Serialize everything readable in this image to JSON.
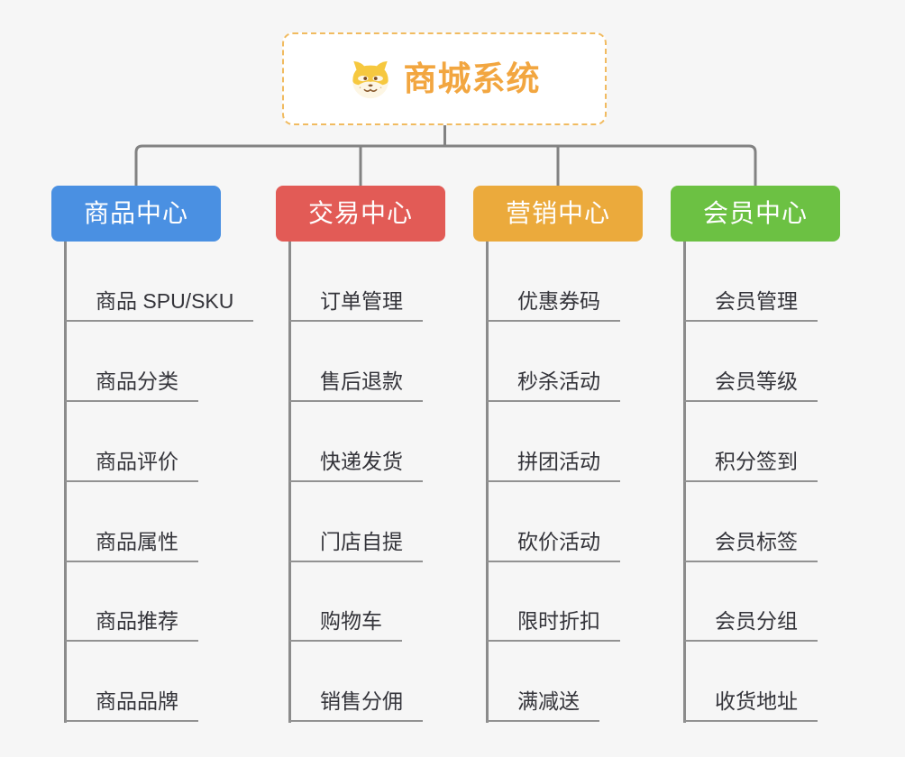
{
  "root": {
    "title": "商城系统",
    "icon": "dog-face-icon",
    "title_color": "#f2a640",
    "border_color": "#f1bb60"
  },
  "connector_color": "#828282",
  "branches": [
    {
      "label": "商品中心",
      "color": "#4a90e2",
      "children": [
        "商品 SPU/SKU",
        "商品分类",
        "商品评价",
        "商品属性",
        "商品推荐",
        "商品品牌"
      ]
    },
    {
      "label": "交易中心",
      "color": "#e25b56",
      "children": [
        "订单管理",
        "售后退款",
        "快递发货",
        "门店自提",
        "购物车",
        "销售分佣"
      ]
    },
    {
      "label": "营销中心",
      "color": "#ebaa3c",
      "children": [
        "优惠券码",
        "秒杀活动",
        "拼团活动",
        "砍价活动",
        "限时折扣",
        "满减送"
      ]
    },
    {
      "label": "会员中心",
      "color": "#6cc143",
      "children": [
        "会员管理",
        "会员等级",
        "积分签到",
        "会员标签",
        "会员分组",
        "收货地址"
      ]
    }
  ]
}
